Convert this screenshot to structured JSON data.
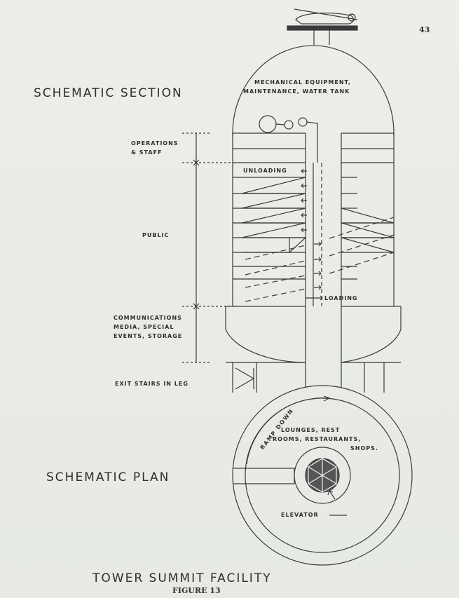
{
  "page_number": "43",
  "section_title": "SCHEMATIC SECTION",
  "plan_title": "SCHEMATIC PLAN",
  "main_title": "TOWER SUMMIT FACILITY",
  "figure_label": "FIGURE 13",
  "section_labels": {
    "mechanical_1": "MECHANICAL EQUIPMENT,",
    "mechanical_2": "MAINTENANCE, WATER TANK",
    "operations_1": "OPERATIONS",
    "operations_2": "& STAFF",
    "unloading": "UNLOADING",
    "public": "PUBLIC",
    "loading": "LOADING",
    "comm_1": "COMMUNICATIONS",
    "comm_2": "MEDIA, SPECIAL",
    "comm_3": "EVENTS, STORAGE",
    "exit_stairs": "EXIT STAIRS IN LEG"
  },
  "plan_labels": {
    "ramp": "RAMP DOWN",
    "lounges_1": "LOUNGES, REST",
    "lounges_2": "ROOMS, RESTAURANTS,",
    "lounges_3": "SHOPS.",
    "elevator": "ELEVATOR"
  }
}
